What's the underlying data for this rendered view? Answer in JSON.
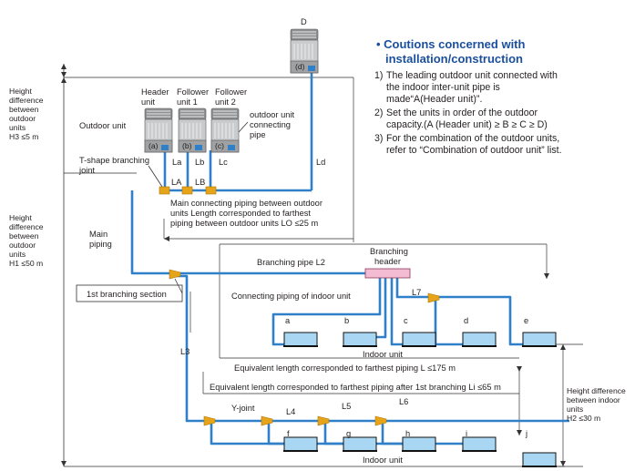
{
  "caution": {
    "title1": "• Coutions concerned with",
    "title2": "installation/construction",
    "n1": "1)",
    "item1_l1": "The leading outdoor unit connected with",
    "item1_l2": "the indoor inter-unit pipe is",
    "item1_l3": "made“A(Header unit)”.",
    "n2": "2)",
    "item2_l1": "Set the units in order of the outdoor",
    "item2_l2": "capacity.(A (Header unit) ≥ B ≥ C ≥ D)",
    "n3": "3)",
    "item3_l1": "For the combination of the outdoor units,",
    "item3_l2": "refer to “Combination of outdoor unit” list."
  },
  "outdoor": {
    "unit_d_label": "D",
    "unit_d_tag": "(d)",
    "tag_a": "(a)",
    "tag_b": "(b)",
    "tag_c": "(c)",
    "header_l1": "Header",
    "header_l2": "unit",
    "follower1_l1": "Follower",
    "follower1_l2": "unit 1",
    "follower2_l1": "Follower",
    "follower2_l2": "unit 2",
    "outdoor_unit_label": "Outdoor unit",
    "connecting_l1": "outdoor unit",
    "connecting_l2": "connecting",
    "connecting_l3": "pipe",
    "tshape_l1": "T-shape branching",
    "tshape_l2": "joint",
    "La": "La",
    "Lb": "Lb",
    "Lc": "Lc",
    "Ld": "Ld",
    "LA": "LA",
    "LB": "LB",
    "main_conn_l1": "Main connecting piping between outdoor",
    "main_conn_l2": "units Length corresponded to farthest",
    "main_conn_l3": "piping between outdoor units LO ≤25 m"
  },
  "heights": {
    "h3_l1": "Height",
    "h3_l2": "difference",
    "h3_l3": "between",
    "h3_l4": "outdoor",
    "h3_l5": "units",
    "h3_l6": "H3 ≤5 m",
    "h1_l1": "Height",
    "h1_l2": "difference",
    "h1_l3": "between",
    "h1_l4": "outdoor",
    "h1_l5": "units",
    "h1_l6": "H1 ≤50 m",
    "h2_l1": "Height difference",
    "h2_l2": "between indoor",
    "h2_l3": "units",
    "h2_l4": "H2 ≤30 m"
  },
  "piping": {
    "main_piping_l1": "Main",
    "main_piping_l2": "piping",
    "branching_pipe": "Branching pipe  L2",
    "branching_header_l1": "Branching",
    "branching_header_l2": "header",
    "first_branching": "1st branching section",
    "connecting_indoor": "Connecting piping of indoor unit",
    "L3": "L3",
    "L4": "L4",
    "L5": "L5",
    "L6": "L6",
    "L7": "L7",
    "y_joint": "Y-joint",
    "equiv_total": "Equivalent length corresponded to farthest piping L ≤175 m",
    "equiv_after": "Equivalent length corresponded to farthest piping after 1st branching Li ≤65 m"
  },
  "indoor": {
    "a": "a",
    "b": "b",
    "c": "c",
    "d": "d",
    "e": "e",
    "f": "f",
    "g": "g",
    "h": "h",
    "i": "i",
    "j": "j",
    "upper_label": "Indoor unit",
    "lower_label": "Indoor unit"
  },
  "colors": {
    "pipe": "#2f80c9",
    "indoor_fill": "#a9d6f2",
    "joint": "#e5a41a",
    "header_fill": "#f3bcd2",
    "title": "#1a4f9e"
  }
}
